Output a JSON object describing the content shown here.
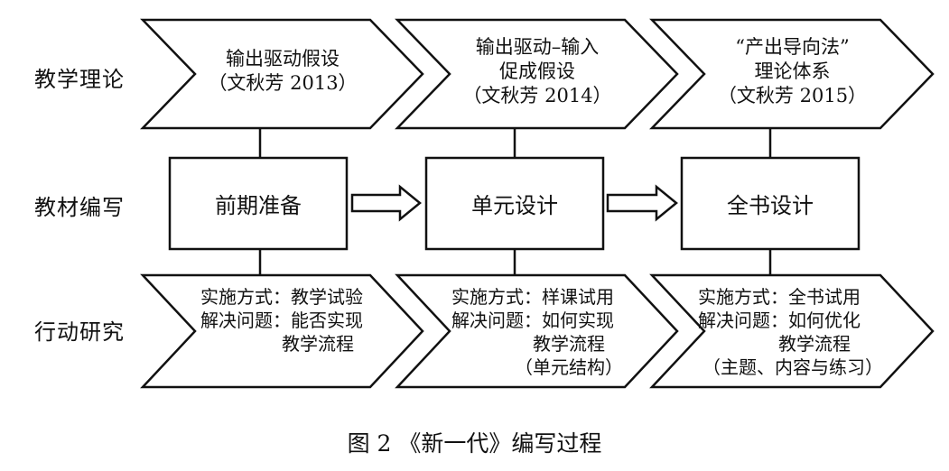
{
  "rows": {
    "theory": "教学理论",
    "materials": "教材编写",
    "research": "行动研究"
  },
  "theory": [
    {
      "lines": [
        "输出驱动假设",
        "（文秋芳 2013）"
      ]
    },
    {
      "lines": [
        "输出驱动–输入",
        "促成假设",
        "（文秋芳 2014）"
      ]
    },
    {
      "lines": [
        "“产出导向法”",
        "理论体系",
        "（文秋芳 2015）"
      ]
    }
  ],
  "stages": [
    "前期准备",
    "单元设计",
    "全书设计"
  ],
  "research": [
    {
      "method": "实施方式：教学试验",
      "problem": "解决问题：能否实现",
      "extra": [
        "教学流程"
      ]
    },
    {
      "method": "实施方式：样课试用",
      "problem": "解决问题：如何实现",
      "extra": [
        "教学流程",
        "（单元结构）"
      ]
    },
    {
      "method": "实施方式：全书试用",
      "problem": "解决问题：如何优化",
      "extra": [
        "教学流程",
        "（主题、内容与练习）"
      ]
    }
  ],
  "caption": "图 2 《新一代》编写过程"
}
